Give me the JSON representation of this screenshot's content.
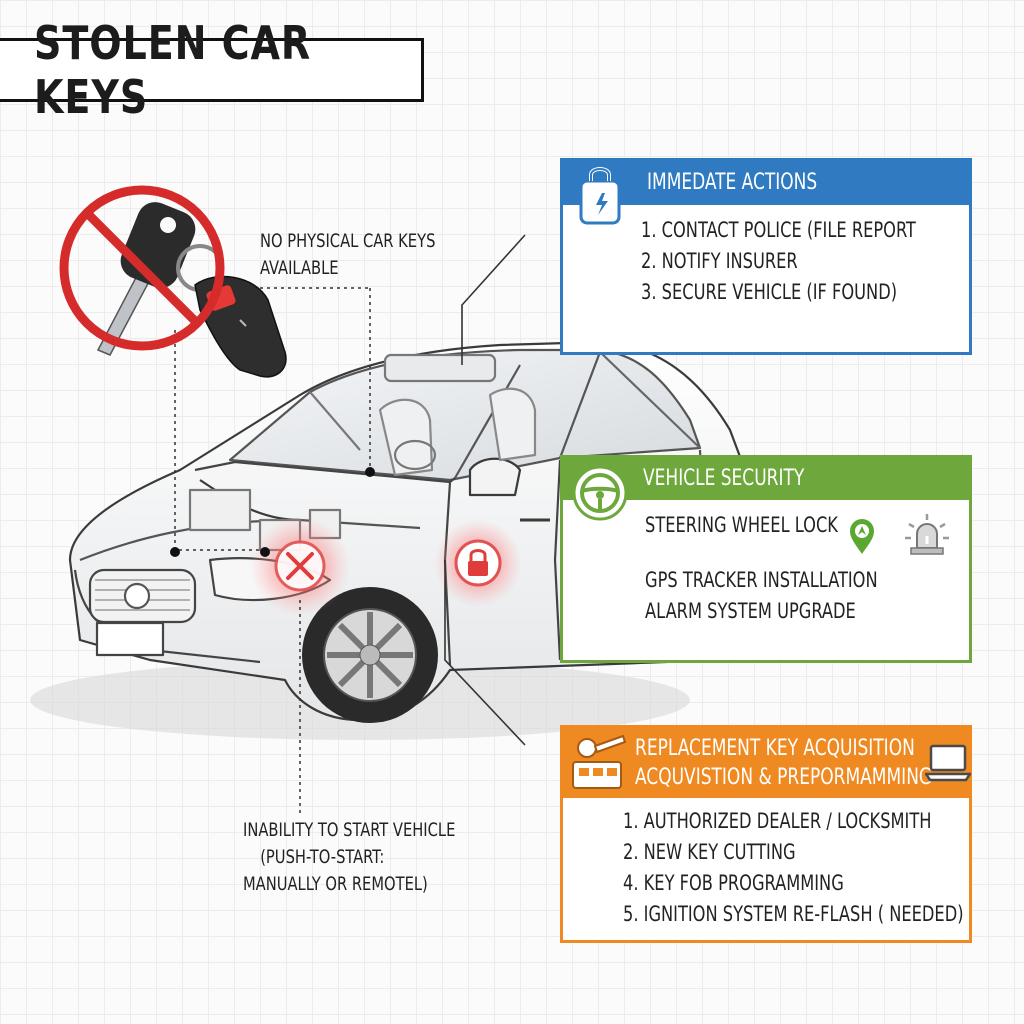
{
  "title": "STOLEN CAR KEYS",
  "callouts": {
    "no_keys": [
      "NO PHYSICAL CAR KEYS",
      "AVAILABLE"
    ],
    "inability": [
      "INABILITY TO START VEHICLE",
      "(PUSH-TO-START:",
      "MANUALLY OR REMOTEL)"
    ]
  },
  "panels": {
    "immediate": {
      "header": "IMMEDATE ACTIONS",
      "items": [
        "1. CONTACT POLICE (FILE REPORT",
        "2. NOTIFY INSURER",
        "3. SECURE VEHICLE (IF FOUND)"
      ],
      "color": "#2f7ac0"
    },
    "security": {
      "header": "VEHICLE SECURITY",
      "items": [
        "STEERING WHEEL LOCK",
        "GPS TRACKER INSTALLATION",
        "ALARM SYSTEM UPGRADE"
      ],
      "color": "#6ea83c"
    },
    "replacement": {
      "header": [
        "REPLACEMENT KEY ACQUISITION",
        "ACQUVISTION & PREPORMAMMING"
      ],
      "items": [
        "1. AUTHORIZED DEALER / LOCKSMITH",
        "2. NEW KEY CUTTING",
        "4. KEY FOB PROGRAMMING",
        "5. IGNITION SYSTEM RE-FLASH ( NEEDED)"
      ],
      "color": "#ef8a22"
    }
  },
  "icons": {
    "keys": "no-car-keys-icon",
    "engine_warning": "engine-x-icon",
    "door_lock": "padlock-icon",
    "phone": "phone-lock-icon",
    "steering": "steering-wheel-icon",
    "gps": "gps-pin-icon",
    "alarm": "alarm-beacon-icon",
    "key_machine": "key-cutting-machine-icon",
    "laptop": "laptop-icon"
  },
  "accent_colors": {
    "warning_red": "#d62b2b",
    "fob_red": "#e53935"
  }
}
